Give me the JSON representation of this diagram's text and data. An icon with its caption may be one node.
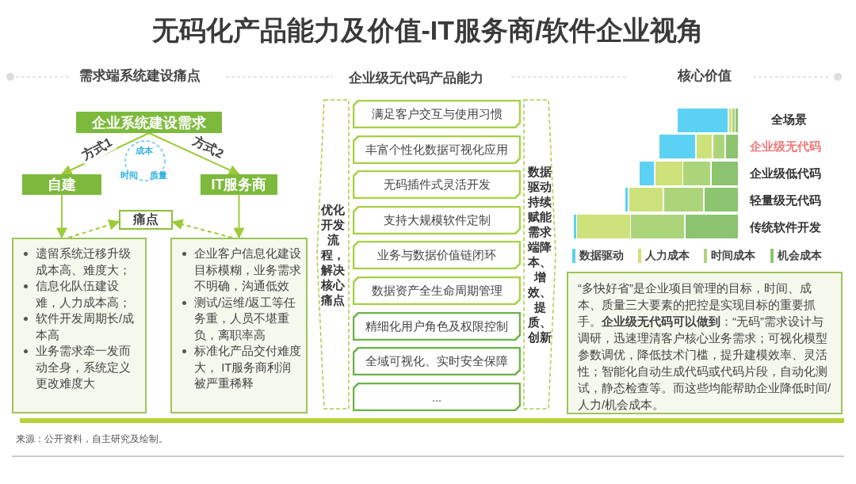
{
  "diagram": {
    "title": "无码化产品能力及价值-IT服务商/软件企业视角",
    "caption": "来源：公开资料，自主研究及绘制。",
    "nodes": [
      {
        "text": [
          "企业系统建设需求"
        ]
      },
      {
        "text": [
          "自建"
        ]
      },
      {
        "text": [
          "IT服务商"
        ]
      },
      {
        "text": [
          "痛点"
        ]
      },
      {
        "text": [
          "遗留系统迁移升级成本高、难度大；",
          "信息化队伍建设难，人力成本高；",
          "软件开发周期长/成本高",
          "业务需求牵一发而动全身，系统定义更改难度大"
        ]
      },
      {
        "text": [
          "企业客户信息化建设目标模糊，业务需求不明确，沟通低效",
          "测试/运维/返工等任务重，人员不堪重负，离职率高",
          "标准化产品交付难度大， IT服务商利润被严重稀释"
        ]
      },
      {
        "text": [
          "优化开发流程，解决核心痛点"
        ]
      },
      {
        "text": [
          "满足客户交互与使用习惯"
        ]
      },
      {
        "text": [
          "丰富个性化数据可视化应用"
        ]
      },
      {
        "text": [
          "无码插件式灵活开发"
        ]
      },
      {
        "text": [
          "支持大规模软件定制"
        ]
      },
      {
        "text": [
          "业务与数据价值链闭环"
        ]
      },
      {
        "text": [
          "数据资产全生命周期管理"
        ]
      },
      {
        "text": [
          "精细化用户角色及权限控制"
        ]
      },
      {
        "text": [
          "全域可视化、实时安全保障"
        ]
      },
      {
        "text": [
          "..."
        ]
      },
      {
        "text": [
          "数据驱动持续赋能需求端降本、增效、提质、创新"
        ]
      },
      {
        "text": [
          "“多快好省”是企业项目管理的目标，时间、成本、质量三大要素的把控是实现目标的重要抓手。**企业级无代码可以做到**：“无码”需求设计与调研，迅速理清客户核心业务需求；可视化模型参数调优，降低技术门槛，提升建模效率、灵活性；智能化自动生成代码或代码片段，自动化测试，静态检查等。而这些均能帮助企业降低时间/人力/机会成本。"
        ]
      }
    ],
    "edges": [
      {
        "from": 0,
        "to": 1,
        "arrow": "to",
        "label": "方式1"
      },
      {
        "from": 0,
        "to": 2,
        "arrow": "to",
        "label": "方式2"
      },
      {
        "from": 1,
        "to": 4,
        "arrow": "to"
      },
      {
        "from": 2,
        "to": 5,
        "arrow": "to"
      },
      {
        "from": 4,
        "to": 3,
        "arrow": "to",
        "style": "dashed"
      },
      {
        "from": 5,
        "to": 3,
        "arrow": "to",
        "style": "dashed"
      }
    ],
    "labels": [
      "需求端系统建设痛点",
      "企业级无代码产品能力",
      "核心价值",
      "成本",
      "时间",
      "质量",
      "全场景",
      "企业级无代码",
      "企业级低代码",
      "轻量级无代码",
      "传统软件开发"
    ],
    "legend": [
      {
        "text": "数据驱动",
        "color": "#5bd2f4"
      },
      {
        "text": "人力成本",
        "color": "#cde27a"
      },
      {
        "text": "时间成本",
        "color": "#acd57a"
      },
      {
        "text": "机会成本",
        "color": "#8cc46f"
      }
    ]
  }
}
